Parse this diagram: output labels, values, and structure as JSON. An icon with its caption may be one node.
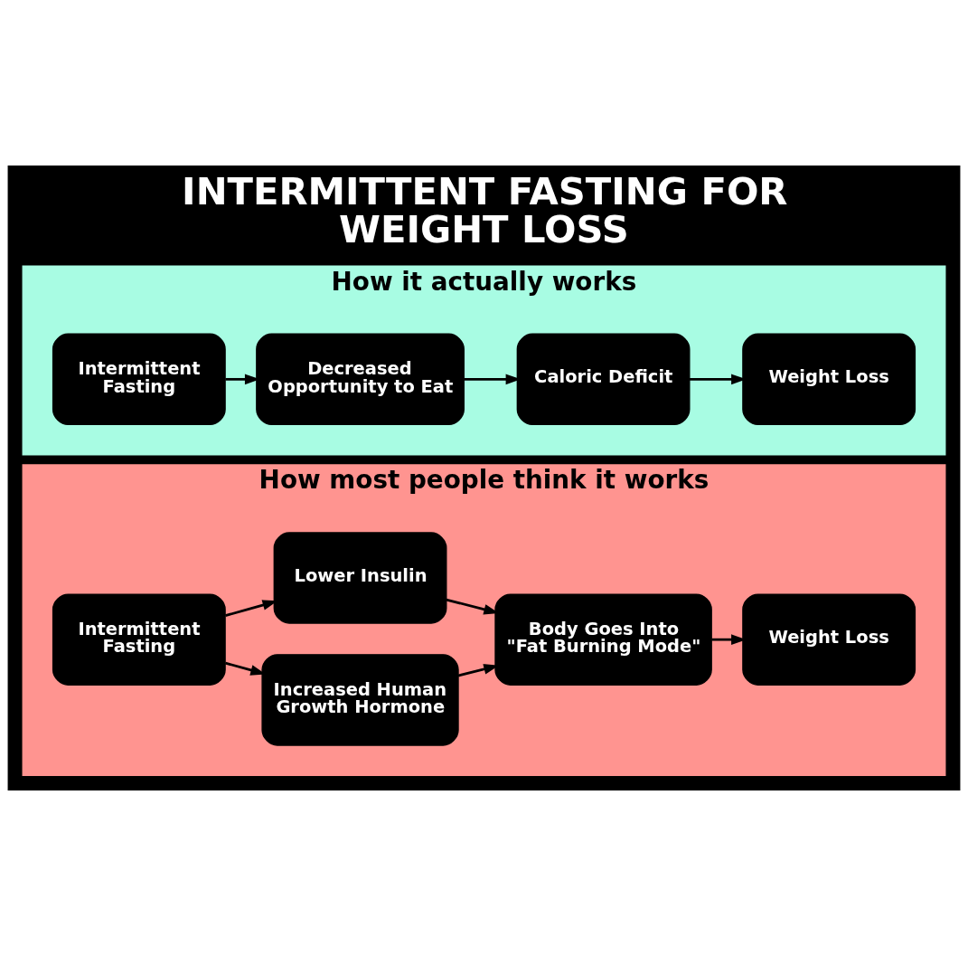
{
  "diagram": {
    "title": "INTERMITTENT FASTING FOR WEIGHT LOSS",
    "nodes": [
      {
        "text": [
          "How most people think it works"
        ]
      },
      {
        "text": [
          "Intermittent Fasting"
        ],
        "in": 0
      },
      {
        "text": [
          "Increased Human Growth Hormone"
        ],
        "in": 0
      },
      {
        "text": [
          "Lower Insulin"
        ],
        "in": 0
      },
      {
        "text": [
          "Body Goes Into \"Fat Burning Mode\""
        ],
        "in": 0
      },
      {
        "text": [
          "Weight Loss"
        ],
        "in": 0
      },
      {
        "text": [
          "How it actually works"
        ]
      },
      {
        "text": [
          "Intermittent Fasting"
        ],
        "in": 6
      },
      {
        "text": [
          "Decreased Opportunity to Eat"
        ],
        "in": 6
      },
      {
        "text": [
          "Caloric Deficit"
        ],
        "in": 6
      },
      {
        "text": [
          "Weight Loss"
        ],
        "in": 6
      }
    ],
    "edges": [
      {
        "from": 1,
        "to": 2,
        "arrow": "to"
      },
      {
        "from": 1,
        "to": 3,
        "arrow": "to"
      },
      {
        "from": 2,
        "to": 4,
        "arrow": "to"
      },
      {
        "from": 3,
        "to": 4,
        "arrow": "to"
      },
      {
        "from": 4,
        "to": 5,
        "arrow": "to"
      },
      {
        "from": 7,
        "to": 8,
        "arrow": "to"
      },
      {
        "from": 8,
        "to": 9,
        "arrow": "to"
      },
      {
        "from": 9,
        "to": 10,
        "arrow": "to"
      }
    ]
  }
}
